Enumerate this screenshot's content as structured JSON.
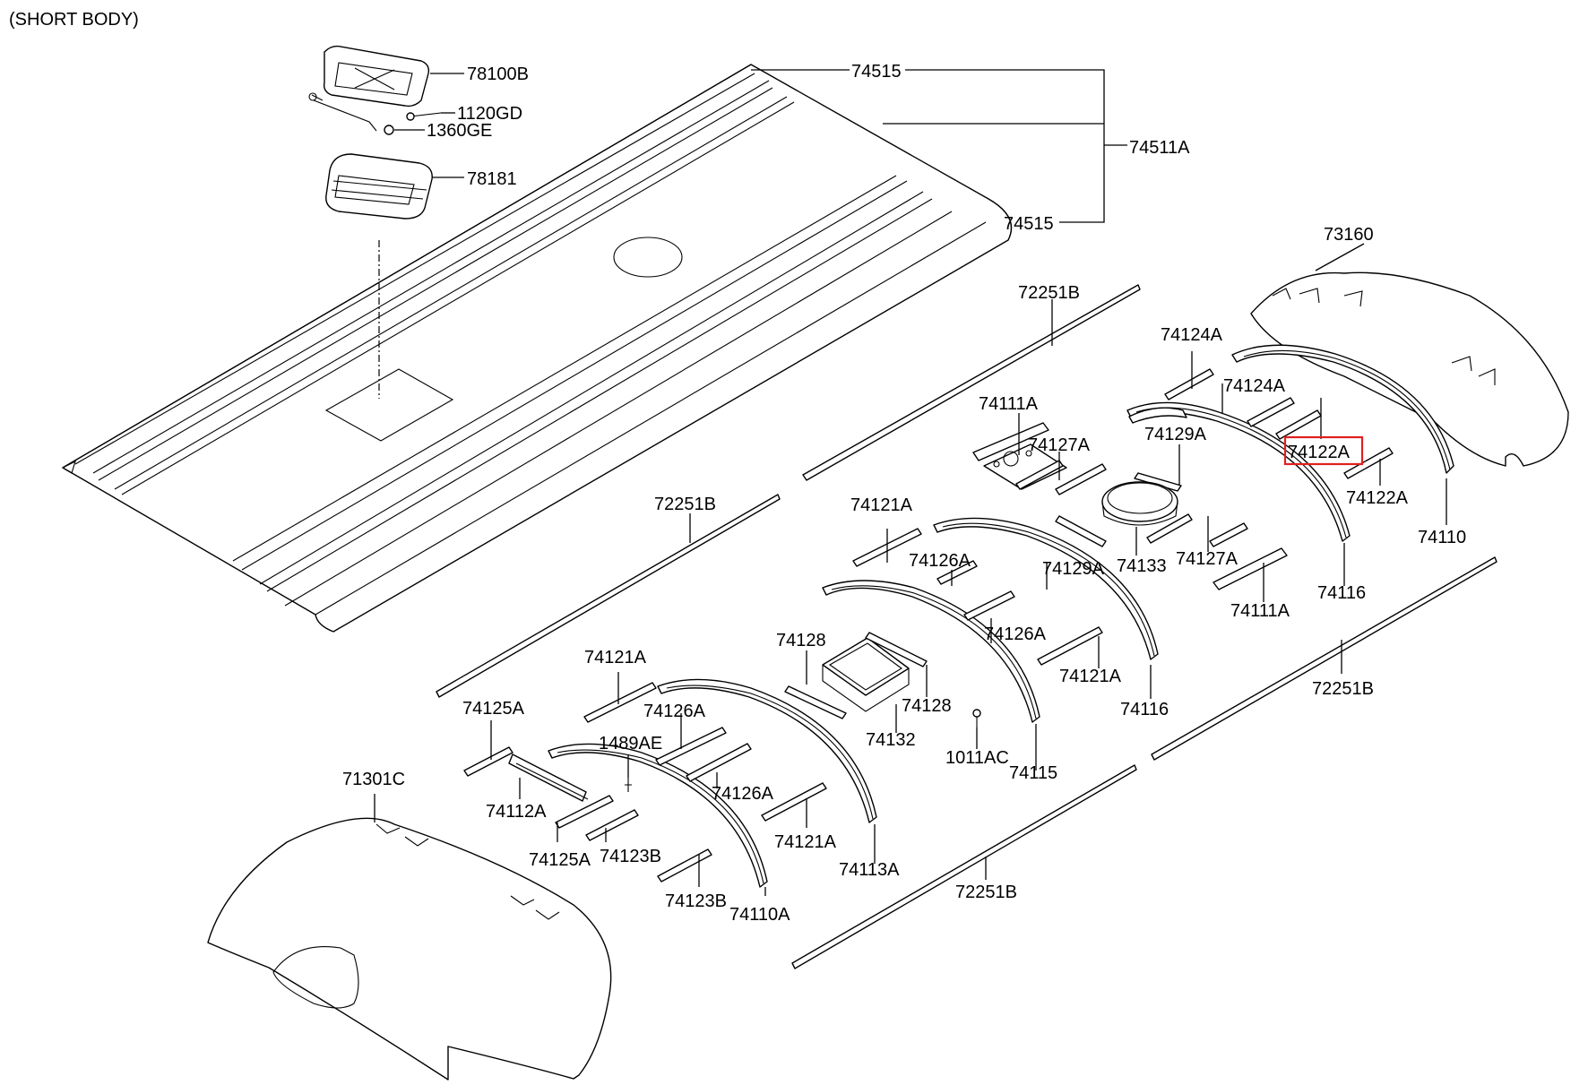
{
  "title": "(SHORT BODY)",
  "highlight_color": "#e02020",
  "highlighted_part": "74122A",
  "labels": {
    "l78100B": "78100B",
    "l1120GD": "1120GD",
    "l1360GE": "1360GE",
    "l78181": "78181",
    "l74515a": "74515",
    "l74511A": "74511A",
    "l74515b": "74515",
    "l73160": "73160",
    "l72251B_1": "72251B",
    "l74124A_1": "74124A",
    "l74124A_2": "74124A",
    "l74111A_1": "74111A",
    "l74127A_1": "74127A",
    "l74129A_1": "74129A",
    "l74122A_1": "74122A",
    "l74122A_2": "74122A",
    "l74110": "74110",
    "l72251B_2": "72251B",
    "l74121A_1": "74121A",
    "l74126A_1": "74126A",
    "l74129A_2": "74129A",
    "l74133": "74133",
    "l74127A_2": "74127A",
    "l74116_1": "74116",
    "l74111A_2": "74111A",
    "l74126A_2": "74126A",
    "l74128_1": "74128",
    "l74121A_2": "74121A",
    "l74116_2": "74116",
    "l72251B_3": "72251B",
    "l74128_2": "74128",
    "l74132": "74132",
    "l1011AC": "1011AC",
    "l74115": "74115",
    "l74121A_3": "74121A",
    "l74126A_3": "74126A",
    "l74125A_1": "74125A",
    "l1489AE": "1489AE",
    "l71301C": "71301C",
    "l74126A_4": "74126A",
    "l74112A": "74112A",
    "l74121A_4": "74121A",
    "l74125A_2": "74125A",
    "l74123B_1": "74123B",
    "l74113A": "74113A",
    "l74123B_2": "74123B",
    "l74110A": "74110A",
    "l72251B_4": "72251B"
  }
}
